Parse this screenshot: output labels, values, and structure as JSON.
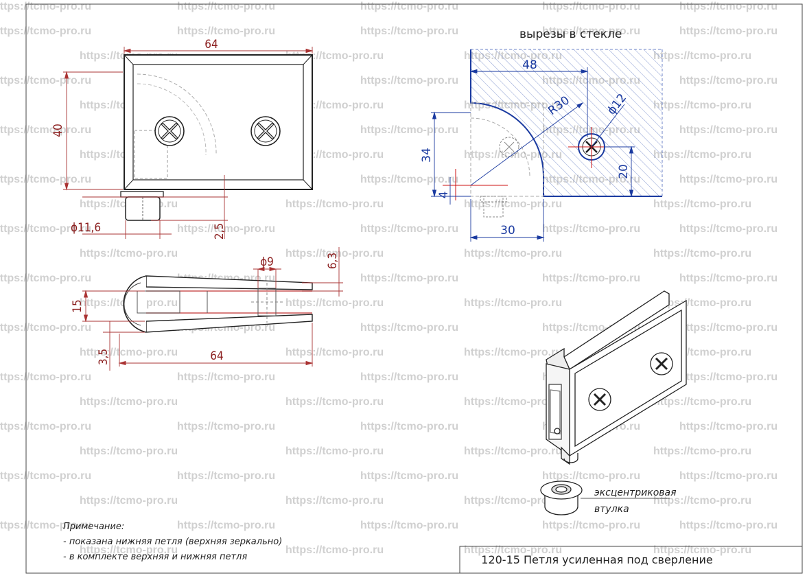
{
  "watermark": "https://tcmo-pro.ru",
  "title_block": {
    "title": "120-15 Петля усиленная под сверление"
  },
  "notes": {
    "heading": "Примечание:",
    "lines": [
      "- показана нижняя петля (верхняя зеркально)",
      "- в комплекте верхняя и нижняя петля"
    ]
  },
  "front_view": {
    "width": "64",
    "height": "40",
    "sleeve_diameter": "ϕ11,6",
    "sleeve_offset": "2,5"
  },
  "side_view": {
    "hole_diameter": "ϕ9",
    "top_offset": "6,3",
    "thickness": "15",
    "bottom_offset": "3,5",
    "length": "64"
  },
  "glass_cutout": {
    "heading": "вырезы в стекле",
    "width": "48",
    "height": "34",
    "radius": "R30",
    "hole_diameter": "ϕ12",
    "hole_height": "20",
    "small_offset": "4",
    "hole_offset": "30"
  },
  "iso_view": {
    "label_line1": "эксцентриковая",
    "label_line2": "втулка"
  }
}
